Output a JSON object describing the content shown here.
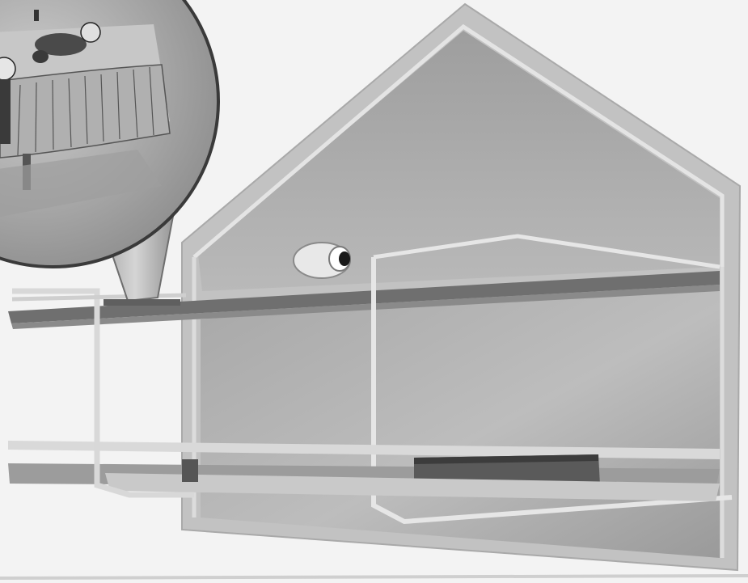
{
  "scene": {
    "colors": {
      "paper": "#f3f3f3",
      "house_outer": "#c4c4c4",
      "house_inner": "#b2b2b2",
      "shelf_dark": "#6c6c6c",
      "pipe_light": "#e6e6e6",
      "ink": "#1a1a1a"
    },
    "icons": [
      "house-cutaway",
      "water-pipe",
      "drinking-cup",
      "toothbrush",
      "bed-vignette",
      "sleeping-figure",
      "pipe-outlet"
    ]
  }
}
